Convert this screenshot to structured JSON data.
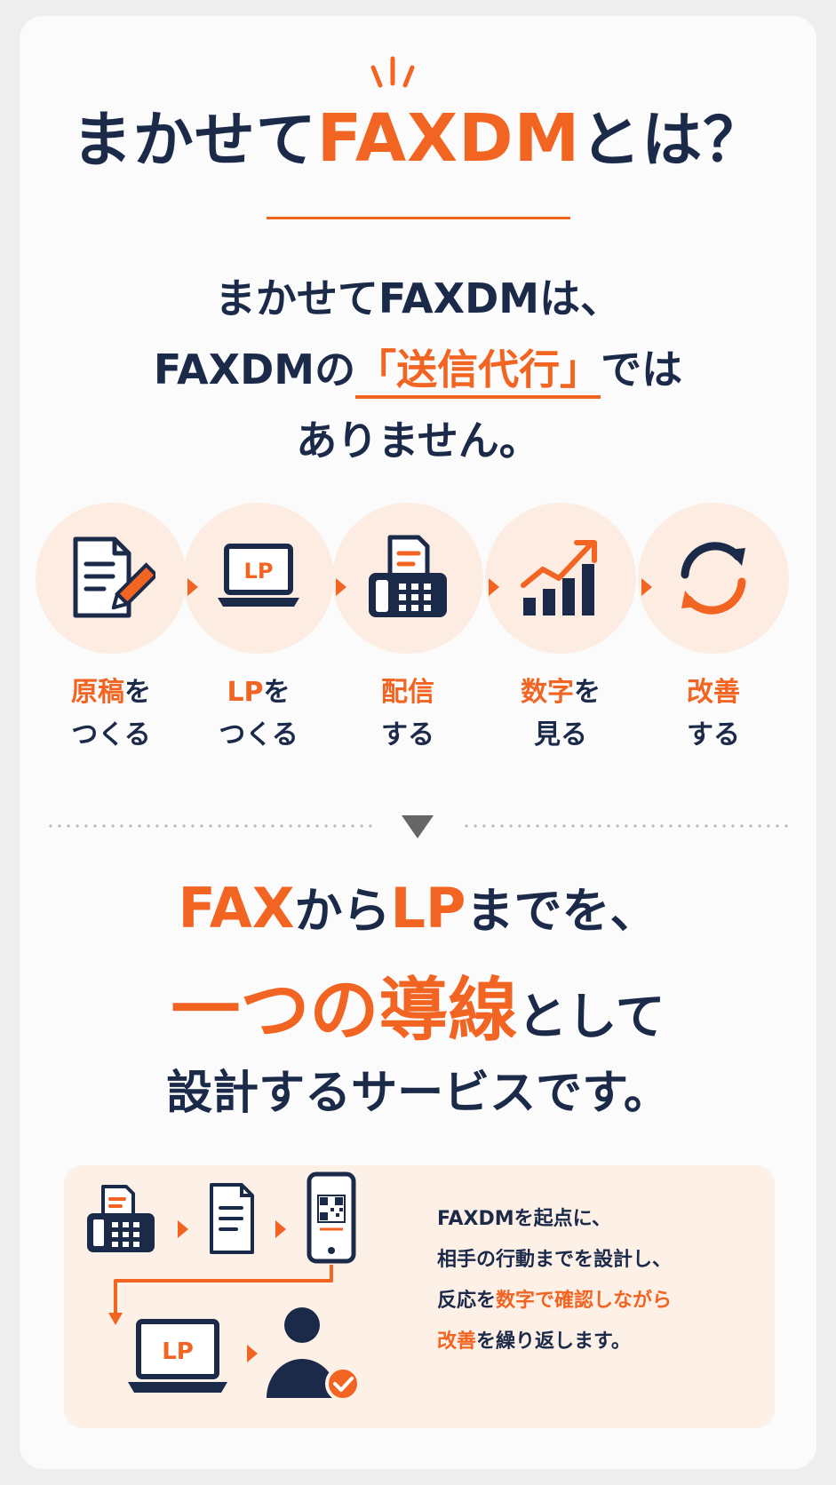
{
  "header": {
    "title_pre": "まかせて",
    "title_brand": "FAXDM",
    "title_post": "とは？"
  },
  "lead": {
    "line1": "まかせてFAXDMは、",
    "line2_pre": "FAXDMの",
    "line2_highlight": "「送信代行」",
    "line2_post": "では",
    "line3": "ありません。"
  },
  "steps": [
    {
      "icon": "document-pen-icon",
      "label_accent": "原稿",
      "label_rest": "を",
      "label_line2": "つくる"
    },
    {
      "icon": "laptop-lp-icon",
      "icon_text": "LP",
      "label_accent": "LP",
      "label_rest": "を",
      "label_line2": "つくる"
    },
    {
      "icon": "fax-machine-icon",
      "label_accent": "配信",
      "label_rest": "",
      "label_line2": "する"
    },
    {
      "icon": "growth-chart-icon",
      "label_accent": "数字",
      "label_rest": "を",
      "label_line2": "見る"
    },
    {
      "icon": "refresh-cycle-icon",
      "label_accent": "改善",
      "label_rest": "",
      "label_line2": "する"
    }
  ],
  "message": {
    "l1_a": "FAX",
    "l1_b": "から",
    "l1_c": "LP",
    "l1_d": "までを、",
    "l2_a": "一つの",
    "l2_b": "導線",
    "l2_c": "として",
    "l3": "設計するサービスです。"
  },
  "panel": {
    "laptop_text": "LP",
    "desc_line1": "FAXDMを起点に、",
    "desc_line2": "相手の行動までを設計し、",
    "desc_line3_a": "反応を",
    "desc_line3_b": "数字で確認しながら",
    "desc_line4_a": "改善",
    "desc_line4_b": "を繰り返します。"
  },
  "colors": {
    "navy": "#1c2a4a",
    "orange": "#f26422",
    "circle_bg": "#fdece2",
    "panel_bg": "#fdf0e7"
  }
}
